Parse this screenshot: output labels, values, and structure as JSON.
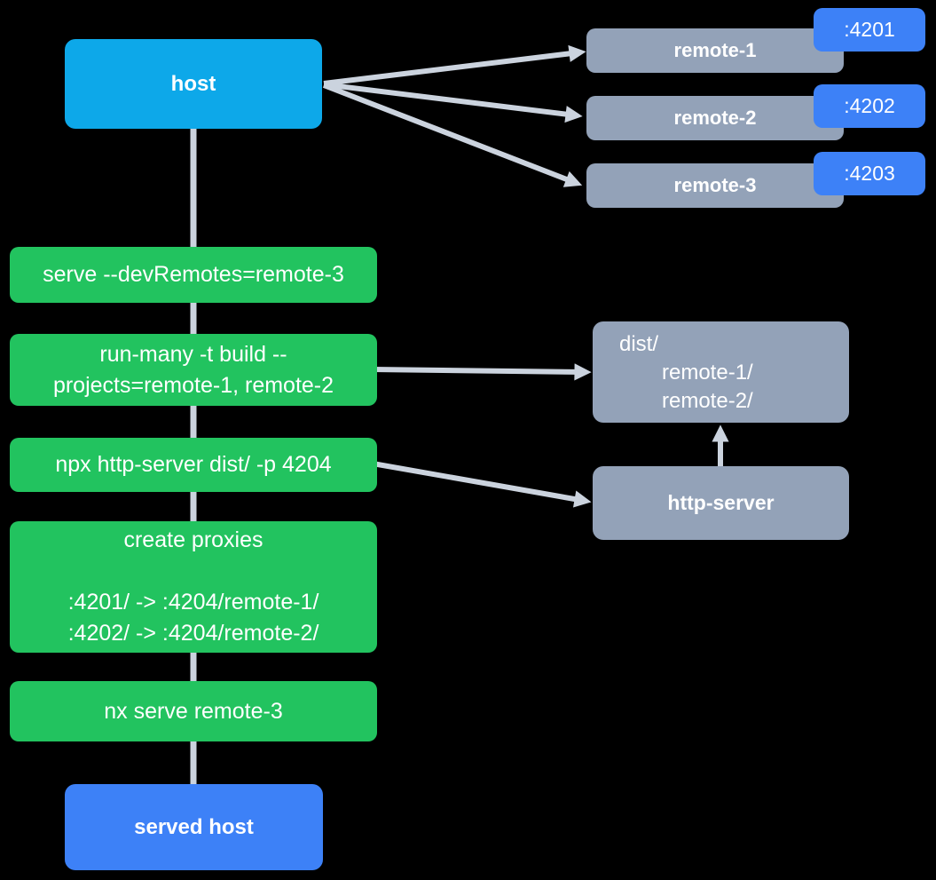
{
  "colors": {
    "bg": "#000000",
    "host": "#0DA8E9",
    "step": "#22C35F",
    "remote": "#93A2B8",
    "accent": "#3D81F7",
    "edge": "#CBD3DE",
    "text": "#FFFFFF"
  },
  "nodes": {
    "host": {
      "label": "host"
    },
    "served_host": {
      "label": "served host"
    },
    "http_server": {
      "label": "http-server"
    },
    "dist": {
      "lines": [
        "dist/",
        "remote-1/",
        "remote-2/"
      ]
    },
    "remotes": [
      {
        "label": "remote-1",
        "port": ":4201"
      },
      {
        "label": "remote-2",
        "port": ":4202"
      },
      {
        "label": "remote-3",
        "port": ":4203"
      }
    ]
  },
  "steps": [
    {
      "lines": [
        "serve --devRemotes=remote-3"
      ]
    },
    {
      "lines": [
        "run-many -t build --",
        "projects=remote-1, remote-2"
      ]
    },
    {
      "lines": [
        "npx http-server dist/ -p 4204"
      ]
    },
    {
      "lines": [
        "create proxies",
        "",
        ":4201/ -> :4204/remote-1/",
        ":4202/ -> :4204/remote-2/"
      ]
    },
    {
      "lines": [
        "nx serve remote-3"
      ]
    }
  ]
}
